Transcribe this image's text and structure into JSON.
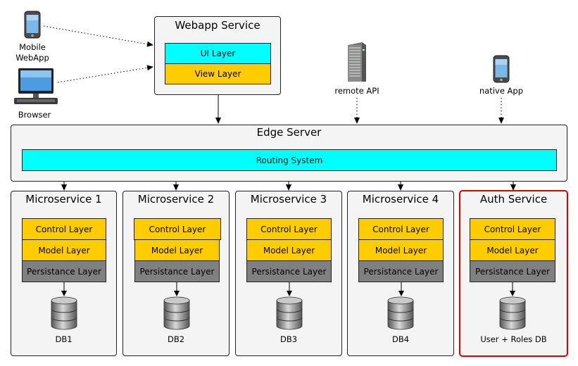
{
  "clients": {
    "mobile": {
      "label_line1": "Mobile",
      "label_line2": "WebApp",
      "icon": "smartphone-icon"
    },
    "browser": {
      "label": "Browser",
      "icon": "desktop-computer-icon"
    },
    "remote_api": {
      "label": "remote API",
      "icon": "server-icon"
    },
    "native_app": {
      "label": "native App",
      "icon": "smartphone-icon"
    }
  },
  "webapp": {
    "title": "Webapp Service",
    "layers": [
      {
        "label": "UI Layer"
      },
      {
        "label": "View Layer"
      }
    ]
  },
  "edge": {
    "title": "Edge Server",
    "routing_label": "Routing System"
  },
  "services": [
    {
      "title": "Microservice 1",
      "db": "DB1",
      "highlight": false
    },
    {
      "title": "Microservice 2",
      "db": "DB2",
      "highlight": false
    },
    {
      "title": "Microservice 3",
      "db": "DB3",
      "highlight": false
    },
    {
      "title": "Microservice 4",
      "db": "DB4",
      "highlight": false
    },
    {
      "title": "Auth Service",
      "db": "User + Roles DB",
      "highlight": true
    }
  ],
  "service_layers": {
    "control": "Control Layer",
    "model": "Model Layer",
    "persistence": "Persistance Layer"
  },
  "colors": {
    "cyan": "#00ffff",
    "gold": "#ffcc00",
    "persistence_gray": "#808080",
    "box_fill": "#f4f4f4",
    "highlight_border": "#dd0000"
  }
}
